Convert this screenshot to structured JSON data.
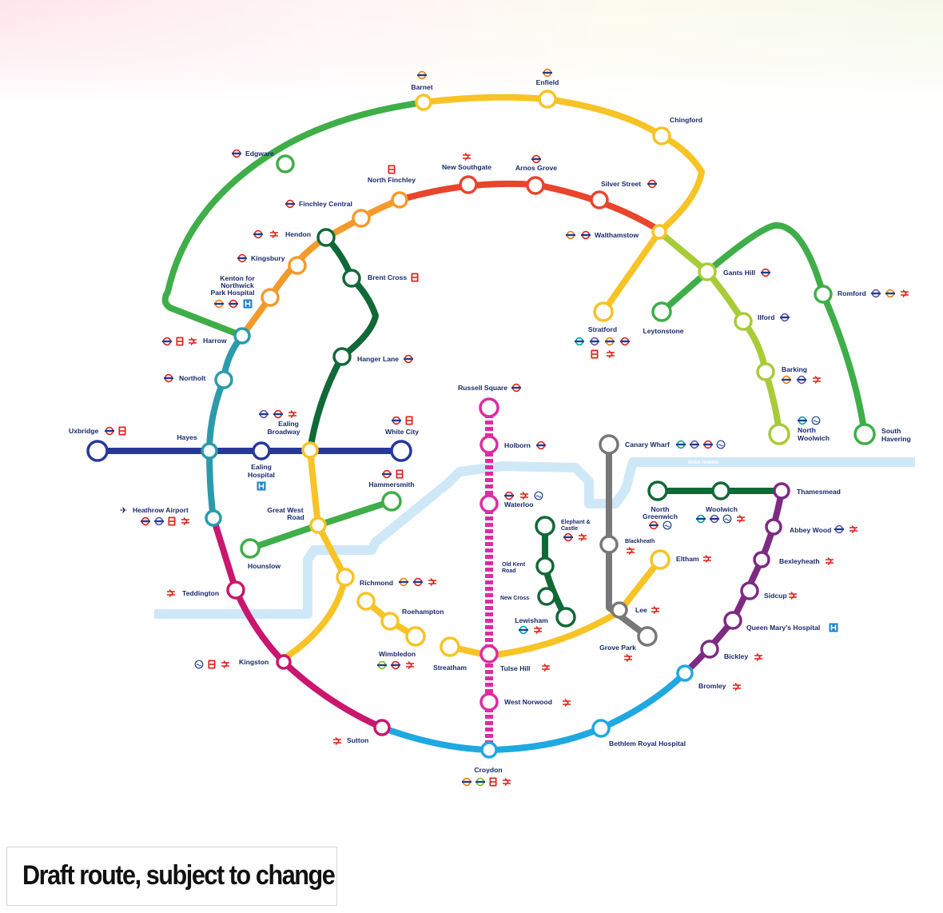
{
  "caption": "Draft route, subject to change",
  "river": {
    "label": "RIVER THAMES",
    "label2": "RIVER THAMES",
    "color": "#cfe8f7"
  },
  "line_colors": {
    "green": "#3fae49",
    "yellow": "#f7c325",
    "red": "#e8452c",
    "orange": "#f39a2b",
    "dark_green": "#116937",
    "teal": "#2b9bab",
    "navy": "#27389a",
    "magenta": "#c9166e",
    "cyan": "#1fa8e1",
    "lime": "#a8cb38",
    "grey": "#787878",
    "purple": "#7d2b83",
    "pink": "#dd2ca1"
  },
  "stations": {
    "barnet": "Barnet",
    "enfield": "Enfield",
    "chingford": "Chingford",
    "edgware": "Edgware",
    "new_southgate": "New Southgate",
    "arnos_grove": "Arnos Grove",
    "north_finchley": "North Finchley",
    "silver_street": "Silver Street",
    "finchley_central": "Finchley Central",
    "hendon": "Hendon",
    "walthamstow": "Walthamstow",
    "kingsbury": "Kingsbury",
    "brent_cross": "Brent Cross",
    "gants_hill": "Gants Hill",
    "kenton_1": "Kenton for",
    "kenton_2": "Northwick",
    "kenton_3": "Park Hospital",
    "romford": "Romford",
    "ilford": "Ilford",
    "stratford": "Stratford",
    "leytonstone": "Leytonstone",
    "harrow": "Harrow",
    "hanger_lane": "Hanger Lane",
    "barking": "Barking",
    "northolt": "Northolt",
    "russell_square": "Russell Square",
    "ealing_broadway_1": "Ealing",
    "ealing_broadway_2": "Broadway",
    "white_city": "White City",
    "north_woolwich_1": "North",
    "north_woolwich_2": "Woolwich",
    "south_havering_1": "South",
    "south_havering_2": "Havering",
    "uxbridge": "Uxbridge",
    "hayes": "Hayes",
    "holborn": "Holborn",
    "canary_wharf": "Canary Wharf",
    "ealing_hospital_1": "Ealing",
    "ealing_hospital_2": "Hospital",
    "hammersmith": "Hammersmith",
    "thamesmead": "Thamesmead",
    "heathrow": "Heathrow Airport",
    "great_west_road_1": "Great West",
    "great_west_road_2": "Road",
    "waterloo": "Waterloo",
    "north_greenwich_1": "North",
    "north_greenwich_2": "Greenwich",
    "woolwich": "Woolwich",
    "elephant_1": "Elephant &",
    "elephant_2": "Castle",
    "abbey_wood": "Abbey Wood",
    "blackheath": "Blackheath",
    "hounslow": "Hounslow",
    "eltham": "Eltham",
    "old_kent_1": "Old Kent",
    "old_kent_2": "Road",
    "bexleyheath": "Bexleyheath",
    "richmond": "Richmond",
    "teddington": "Teddington",
    "new_cross": "New Cross",
    "sidcup": "Sidcup",
    "roehampton": "Roehampton",
    "lee": "Lee",
    "lewisham": "Lewisham",
    "queen_marys": "Queen Mary's Hospital",
    "grove_park": "Grove Park",
    "wimbledon": "Wimbledon",
    "bickley": "Bickley",
    "streatham": "Streatham",
    "tulse_hill": "Tulse Hill",
    "kingston": "Kingston",
    "bromley": "Bromley",
    "west_norwood": "West Norwood",
    "sutton": "Sutton",
    "bethlem": "Bethlem Royal Hospital",
    "croydon": "Croydon"
  },
  "symbols": {
    "hospital": "H",
    "bus": "B",
    "national_rail": "⇌",
    "airport": "✈",
    "tram": "T",
    "dlr": "D"
  }
}
